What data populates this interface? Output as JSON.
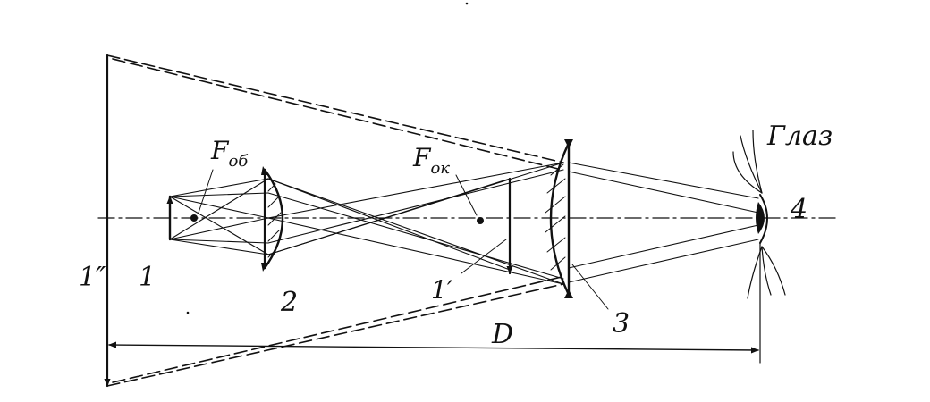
{
  "labels": {
    "object": "1",
    "virtual_image": "1″",
    "objective": "2",
    "intermediate_image": "1′",
    "eyepiece": "3",
    "eye_number": "4",
    "eye_word": "Глаз",
    "distance": "D",
    "f_letter_1": "F",
    "f_ob_sub": "об",
    "f_letter_2": "F",
    "f_ok_sub": "ок"
  },
  "colors": {
    "ink": "#111111",
    "background": "#ffffff"
  }
}
